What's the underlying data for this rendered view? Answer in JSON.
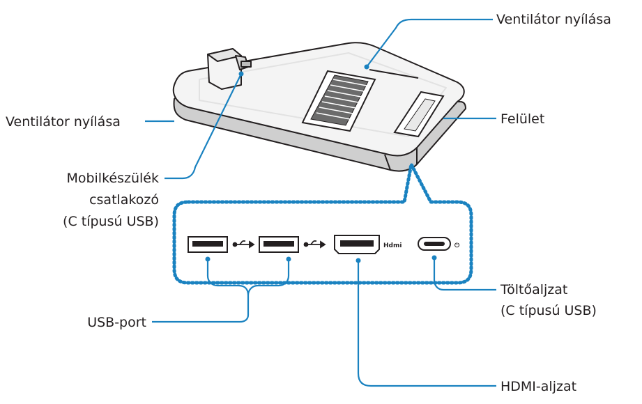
{
  "labels": {
    "fan_top": "Ventilátor nyílása",
    "fan_left": "Ventilátor nyílása",
    "surface": "Felület",
    "mobile_connector_line1": "Mobilkészülék",
    "mobile_connector_line2": "csatlakozó",
    "mobile_connector_line3": "(C típusú USB)",
    "usb_port": "USB-port",
    "charging_port_line1": "Töltőaljzat",
    "charging_port_line2": "(C típusú USB)",
    "hdmi_port": "HDMI-aljzat"
  },
  "port_marks": {
    "hdmi_logo": "Hdmi",
    "power_symbol": "⏻"
  },
  "colors": {
    "leader": "#1a82c0",
    "outline": "#231f20",
    "device_fill": "#f4f4f4",
    "device_shade": "#cfcfcf",
    "vent_fill": "#6b6b6b"
  },
  "icons": [
    "usb-symbol-icon",
    "hdmi-logo-icon",
    "power-symbol-icon"
  ]
}
